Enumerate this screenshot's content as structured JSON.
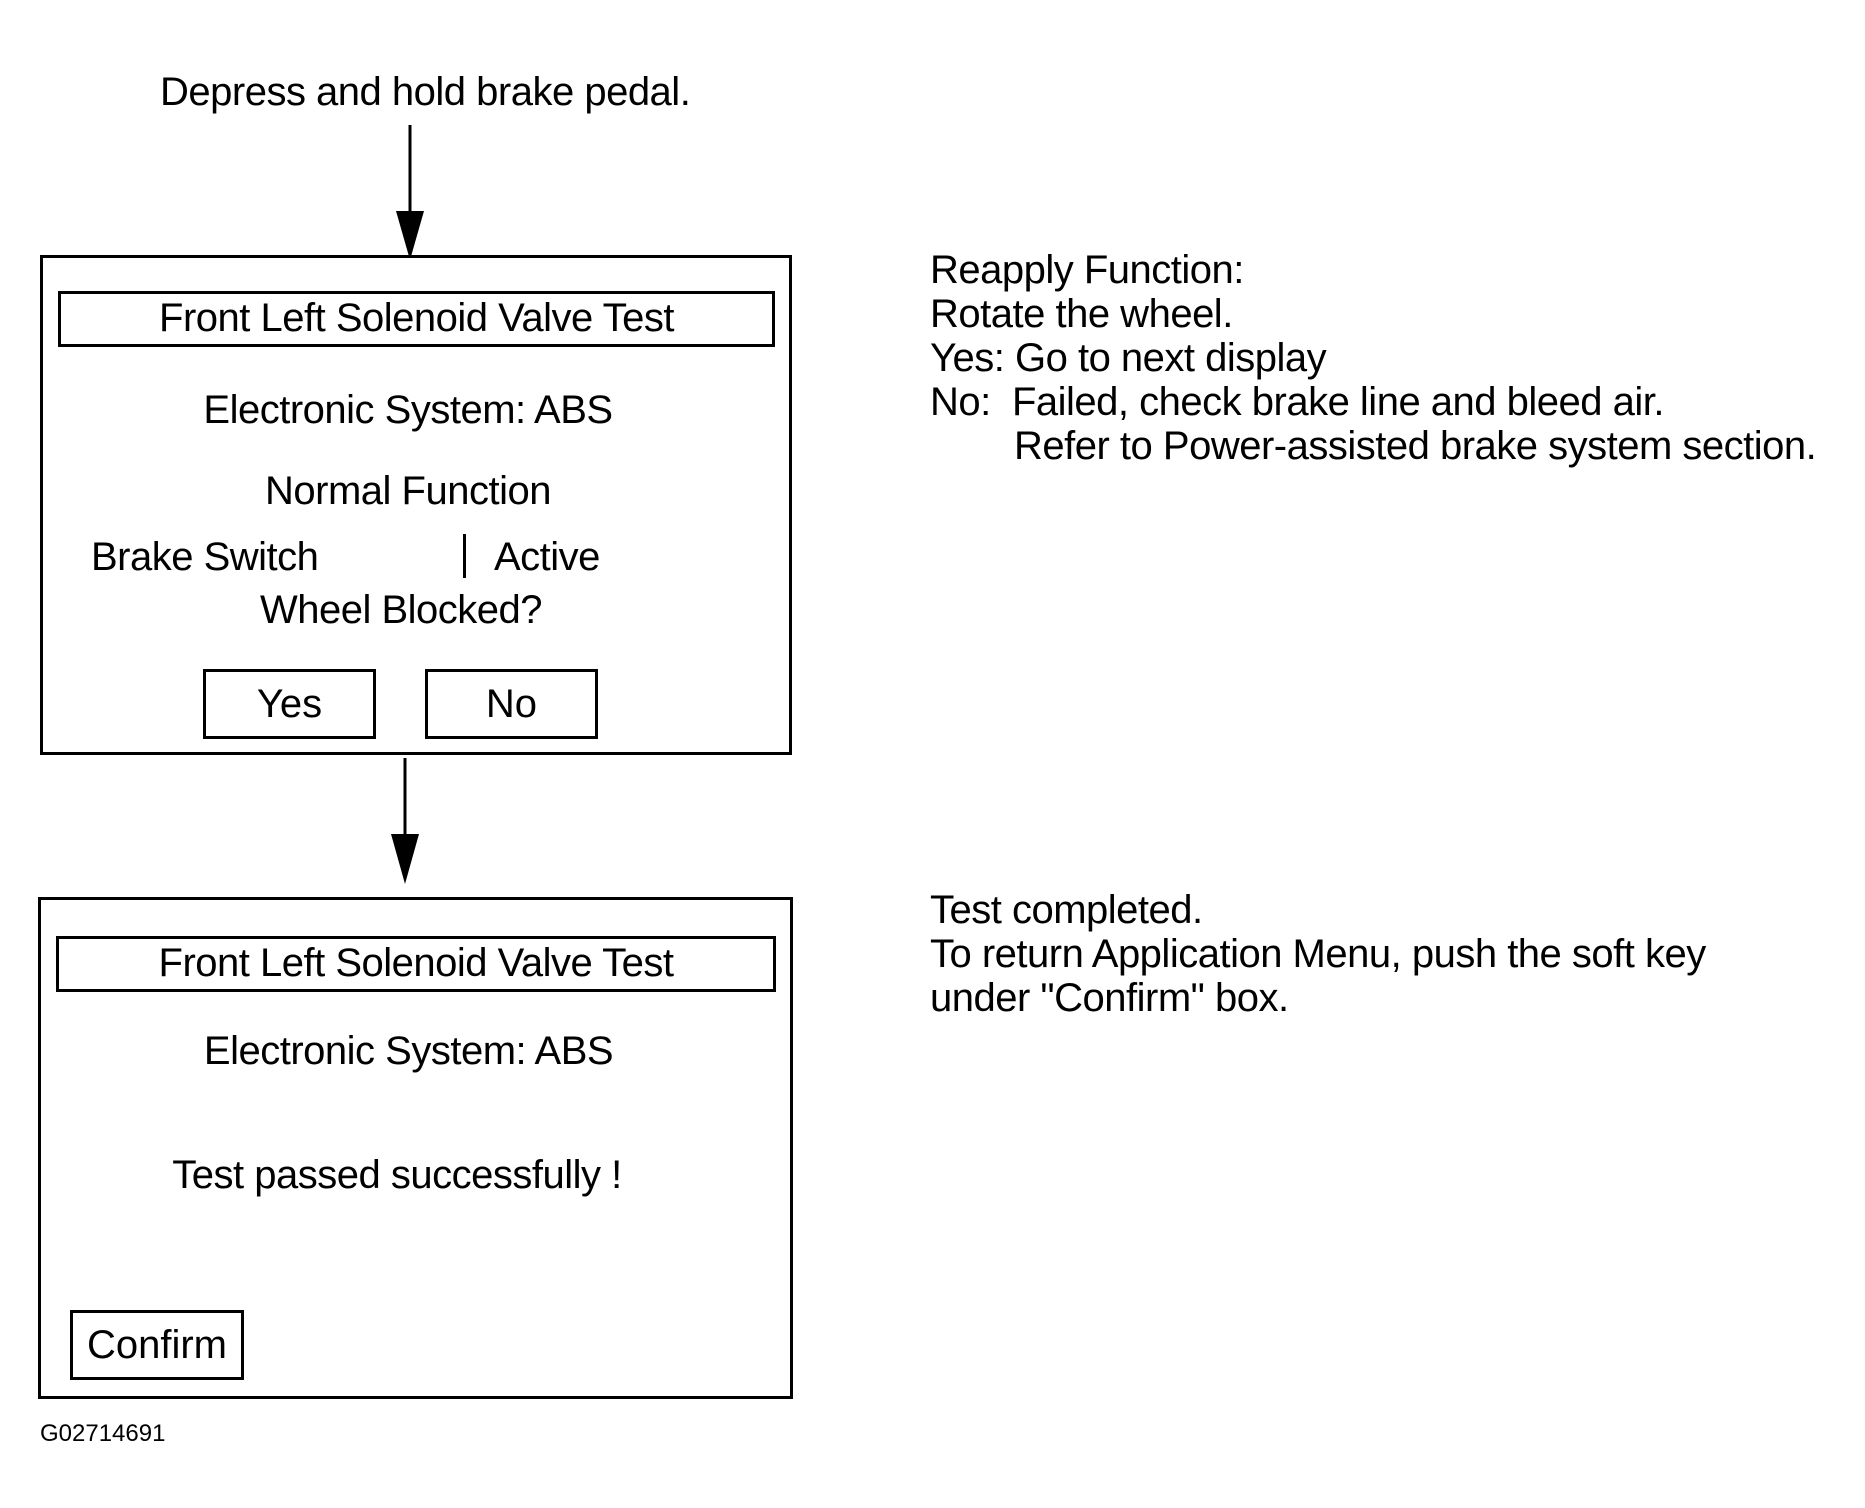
{
  "intro_step": "Depress and hold brake pedal.",
  "screen1": {
    "title": "Front Left Solenoid Valve Test",
    "system": "Electronic System: ABS",
    "mode": "Normal Function",
    "param_label": "Brake Switch",
    "param_value": "Active",
    "question": "Wheel Blocked?",
    "yes_label": "Yes",
    "no_label": "No"
  },
  "screen1_notes": [
    "Reapply Function:",
    "Rotate the wheel.",
    "Yes: Go to next display",
    "No:  Failed, check brake line and bleed air.",
    "Refer to Power-assisted brake system section."
  ],
  "screen2": {
    "title": "Front Left Solenoid Valve Test",
    "system": "Electronic System: ABS",
    "result": "Test passed successfully !",
    "confirm_label": "Confirm"
  },
  "screen2_notes": [
    "Test completed.",
    "To return Application Menu, push the soft key",
    "under \"Confirm\" box."
  ],
  "figure_id": "G02714691"
}
